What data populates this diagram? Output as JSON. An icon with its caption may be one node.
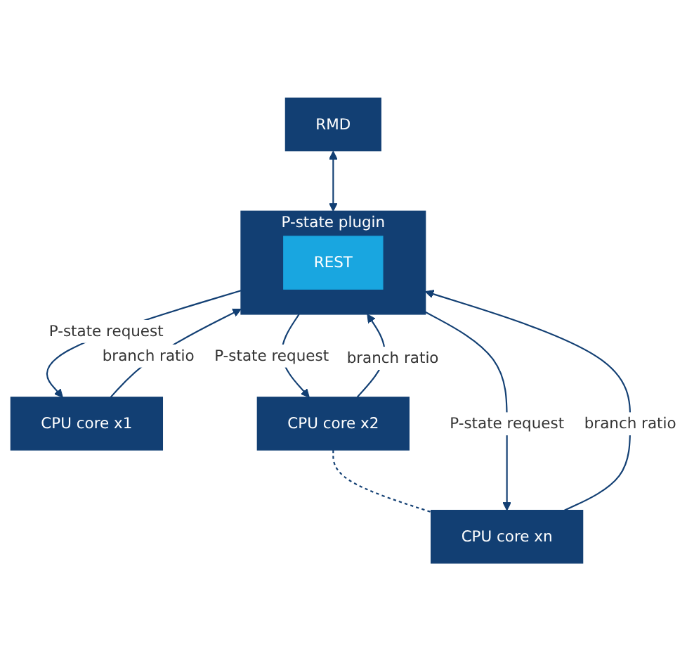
{
  "diagram": {
    "nodes": [
      {
        "text": [
          "RMD"
        ]
      },
      {
        "text": [
          "P-state plugin"
        ]
      },
      {
        "text": [
          "REST"
        ],
        "in": 1
      },
      {
        "text": [
          "CPU core x1"
        ]
      },
      {
        "text": [
          "CPU core x2"
        ]
      },
      {
        "text": [
          "CPU core xn"
        ]
      }
    ],
    "edges": [
      {
        "from": 0,
        "to": 1,
        "arrow": "both"
      },
      {
        "from": 3,
        "to": 1,
        "arrow": "to",
        "label": "branch ratio"
      },
      {
        "from": 1,
        "to": 3,
        "arrow": "to",
        "label": "P-state request"
      },
      {
        "from": 4,
        "to": 1,
        "arrow": "to",
        "label": "branch ratio"
      },
      {
        "from": 1,
        "to": 4,
        "arrow": "to",
        "label": "P-state request"
      },
      {
        "from": 5,
        "to": 1,
        "arrow": "to",
        "label": "branch ratio"
      },
      {
        "from": 1,
        "to": 5,
        "arrow": "to",
        "label": "P-state request"
      },
      {
        "from": 4,
        "to": 5,
        "arrow": "none",
        "style": "dashed"
      }
    ]
  }
}
